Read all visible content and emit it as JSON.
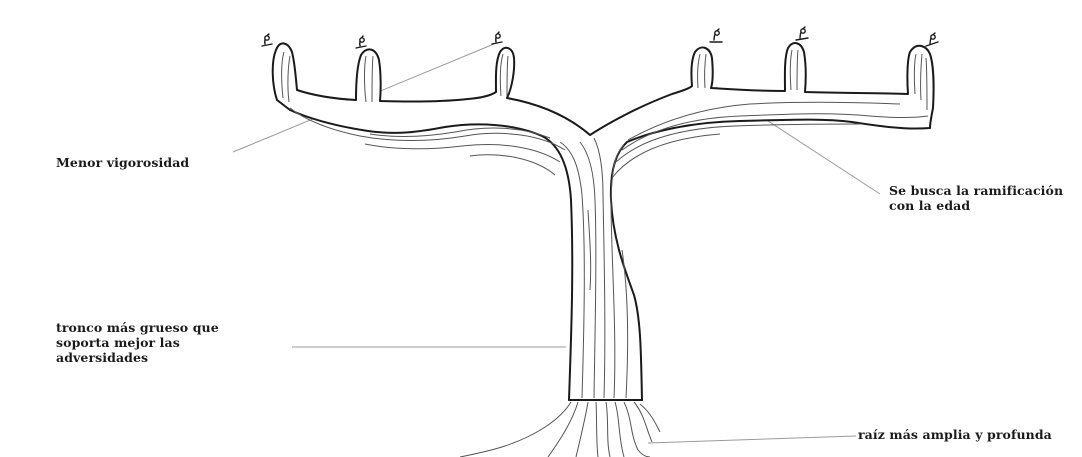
{
  "labels": {
    "menor_vigorosidad": "Menor vigorosidad",
    "ramificacion": [
      "Se busca la ramificación",
      "con la edad"
    ],
    "tronco": [
      "tronco más grueso que",
      "soporta mejor las",
      "adversidades"
    ],
    "raiz": "raíz más amplia y profunda"
  },
  "colors": {
    "outline": "#1a1a1a",
    "grain": "#555555",
    "leader_line": "#9a9a9a",
    "text": "#1a1a1a"
  },
  "icons": [
    "vine-tree-illustration",
    "bud-sprout-icon"
  ]
}
